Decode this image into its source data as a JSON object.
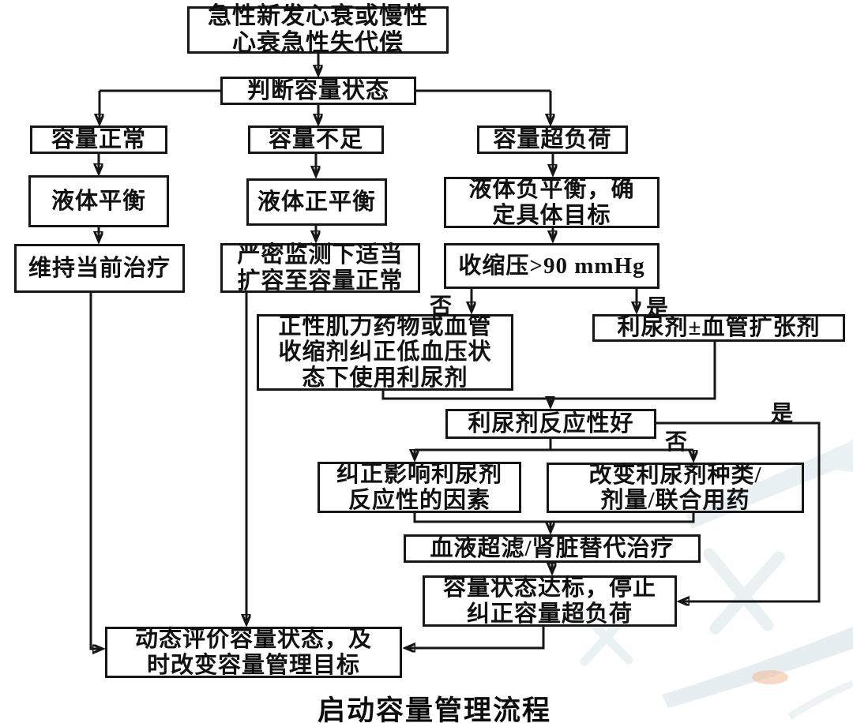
{
  "caption": "启动容量管理流程",
  "nodes": {
    "n1": {
      "lines": [
        "急性新发心衰或慢性",
        "心衰急性失代偿"
      ]
    },
    "n2": {
      "lines": [
        "判断容量状态"
      ]
    },
    "n3": {
      "lines": [
        "容量正常"
      ]
    },
    "n4": {
      "lines": [
        "容量不足"
      ]
    },
    "n5": {
      "lines": [
        "容量超负荷"
      ]
    },
    "n6": {
      "lines": [
        "液体平衡"
      ]
    },
    "n7": {
      "lines": [
        "液体正平衡"
      ]
    },
    "n8": {
      "lines": [
        "液体负平衡，确",
        "定具体目标"
      ]
    },
    "n9": {
      "lines": [
        "维持当前治疗"
      ]
    },
    "n10": {
      "lines": [
        "严密监测下适当",
        "扩容至容量正常"
      ]
    },
    "n11": {
      "lines": [
        "收缩压>90 mmHg"
      ]
    },
    "n12": {
      "lines": [
        "正性肌力药物或血管",
        "收缩剂纠正低血压状",
        "态下使用利尿剂"
      ]
    },
    "n13": {
      "lines": [
        "利尿剂±血管扩张剂"
      ]
    },
    "n14": {
      "lines": [
        "利尿剂反应性好"
      ]
    },
    "n15": {
      "lines": [
        "纠正影响利尿剂",
        "反应性的因素"
      ]
    },
    "n16": {
      "lines": [
        "改变利尿剂种类/",
        "剂量/联合用药"
      ]
    },
    "n17": {
      "lines": [
        "血液超滤/肾脏替代治疗"
      ]
    },
    "n18": {
      "lines": [
        "容量状态达标，停止",
        "纠正容量超负荷"
      ]
    },
    "n19": {
      "lines": [
        "动态评价容量状态，及",
        "时改变容量管理目标"
      ]
    }
  },
  "edge_labels": {
    "sbp_no": "否",
    "sbp_yes": "是",
    "response_yes": "是",
    "response_no": "否"
  },
  "colors": {
    "line": "#161616",
    "watermark_blue": "#dfe9ee",
    "watermark_orange": "#e89c72"
  }
}
